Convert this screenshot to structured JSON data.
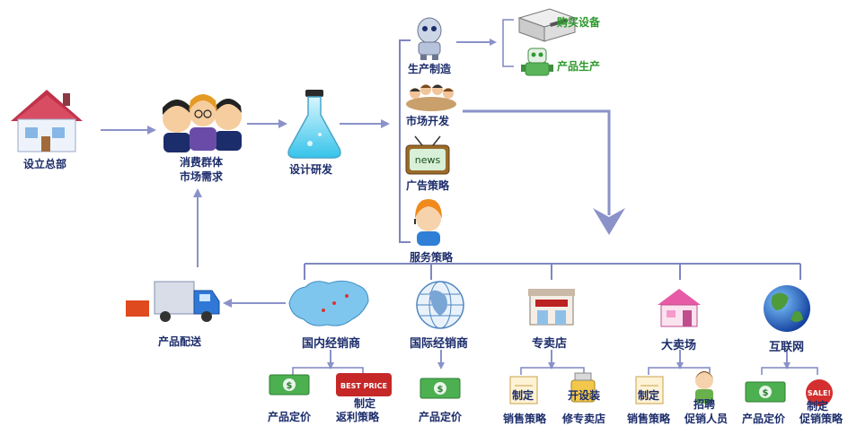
{
  "nodes": {
    "hq": "设立总部",
    "consumer_line1": "消费群体",
    "consumer_line2": "市场需求",
    "rnd": "设计研发",
    "production": "生产制造",
    "market_dev": "市场开发",
    "ad_strategy": "广告策略",
    "service_strategy": "服务策略",
    "buy_equipment": "购买设备",
    "product_production": "产品生产",
    "delivery": "产品配送",
    "domestic": "国内经销商",
    "international": "国际经销商",
    "specialty_store": "专卖店",
    "mall": "大卖场",
    "internet": "互联网"
  },
  "leaves": {
    "domestic_pricing": "产品定价",
    "domestic_rebate_line1": "制定",
    "domestic_rebate_line2": "返利策略",
    "international_pricing": "产品定价",
    "store_sales_line1": "制定",
    "store_sales_line2": "销售策略",
    "store_open_line1": "开设装",
    "store_open_line2": "修专卖店",
    "mall_sales_line1": "制定",
    "mall_sales_line2": "销售策略",
    "mall_staff_line1": "招聘",
    "mall_staff_line2": "促销人员",
    "internet_pricing": "产品定价",
    "internet_promo_line1": "制定",
    "internet_promo_line2": "促销策略"
  },
  "icon_text": {
    "news": "news",
    "best_price": "BEST PRICE",
    "sale": "SALE!"
  },
  "colors": {
    "arrow": "#8a92c9",
    "line": "#7f86c0",
    "label": "#1c2d6b",
    "label_green": "#2e9a2e"
  }
}
